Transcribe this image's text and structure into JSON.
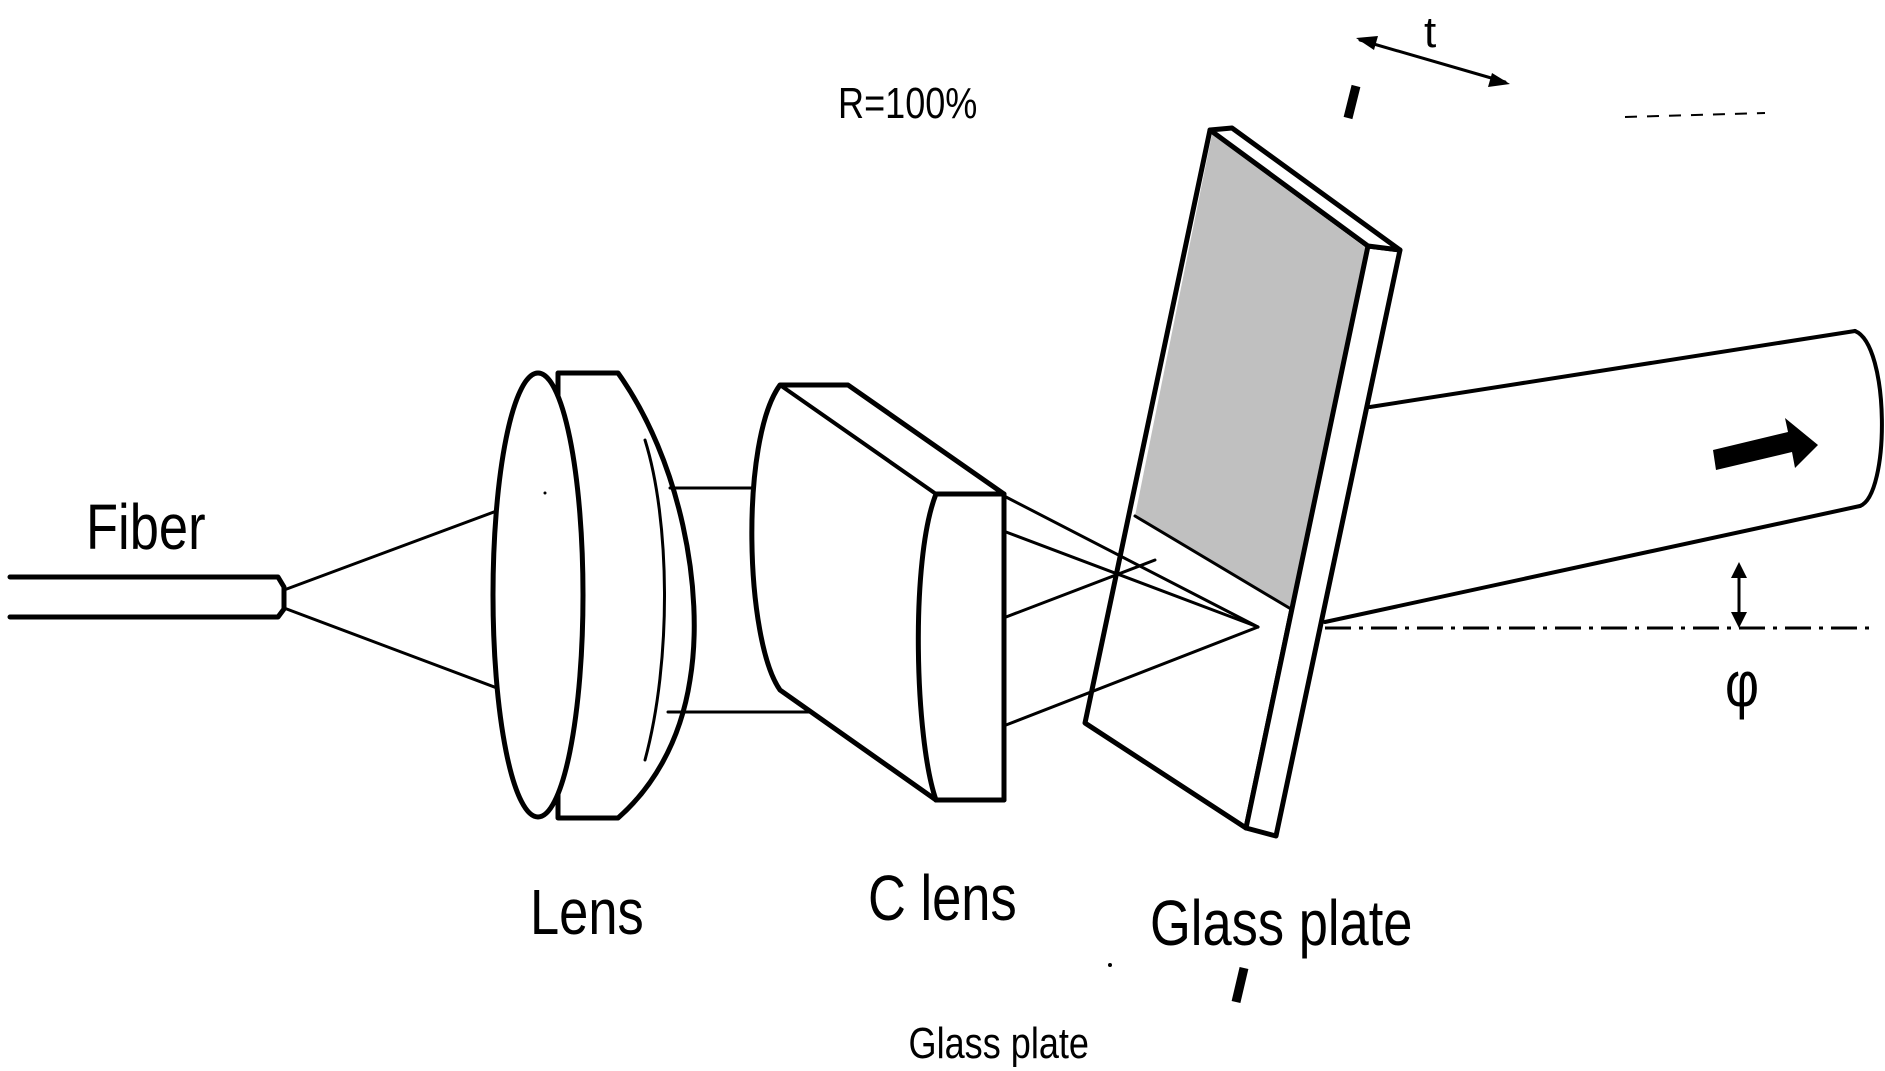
{
  "labels": {
    "fiber": "Fiber",
    "lens": "Lens",
    "c_lens": "C lens",
    "glass_plate": "Glass plate",
    "glass_plate_lower": "Glass plate",
    "reflectivity_top": "R=100%",
    "thickness": "t",
    "angle": "φ"
  },
  "colors": {
    "line": "#000000",
    "coating": "#c0c0c0",
    "background": "#ffffff"
  }
}
